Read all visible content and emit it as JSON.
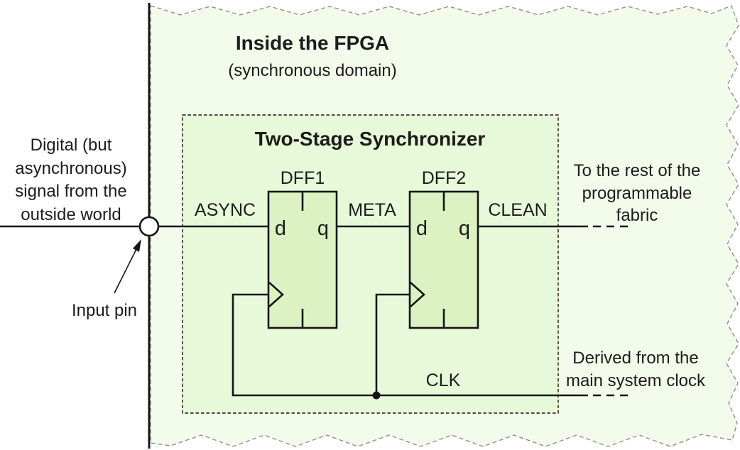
{
  "colors": {
    "fpga_region_fill": "#f3fbeb",
    "sync_box_fill": "#e7f9d9",
    "dff_fill": "#dcf2c2",
    "wire": "#151515",
    "torn_edge": "#8f8f8f",
    "text": "#1c1c1c",
    "pin_fill": "#ffffff"
  },
  "fpga": {
    "title": "Inside the FPGA",
    "subtitle": "(synchronous domain)"
  },
  "synchronizer": {
    "title": "Two-Stage Synchronizer",
    "dff1_label": "DFF1",
    "dff2_label": "DFF2",
    "d_port": "d",
    "q_port": "q"
  },
  "signals": {
    "async": "ASYNC",
    "meta": "META",
    "clean": "CLEAN",
    "clk": "CLK"
  },
  "annotations": {
    "outside_signal": [
      "Digital (but",
      "asynchronous)",
      "signal from the",
      "outside world"
    ],
    "input_pin": "Input pin",
    "to_fabric": [
      "To the rest of the",
      "programmable",
      "fabric"
    ],
    "clock_source": [
      "Derived from the",
      "main system clock"
    ]
  }
}
